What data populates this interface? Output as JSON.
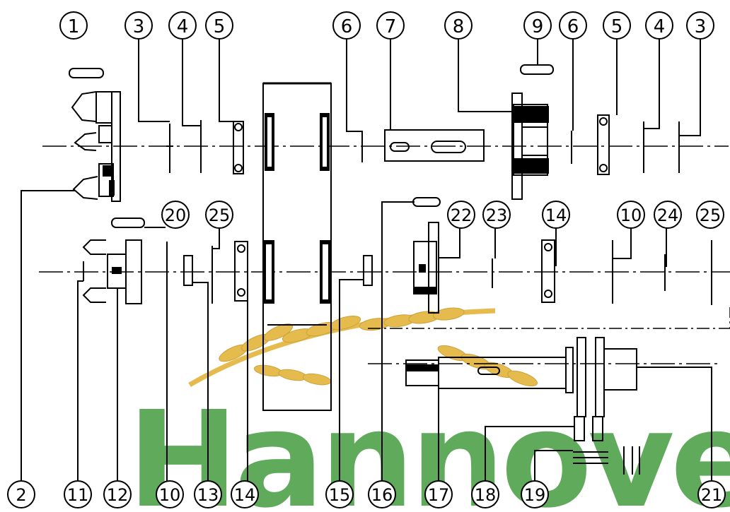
{
  "diagram": {
    "callouts": {
      "c1": "1",
      "c2": "2",
      "c3a": "3",
      "c3b": "3",
      "c4a": "4",
      "c4b": "4",
      "c5a": "5",
      "c5b": "5",
      "c6a": "6",
      "c6b": "6",
      "c7": "7",
      "c8": "8",
      "c9": "9",
      "c10a": "10",
      "c10b": "10",
      "c11": "11",
      "c12": "12",
      "c13": "13",
      "c14a": "14",
      "c14b": "14",
      "c15": "15",
      "c16": "16",
      "c17": "17",
      "c18": "18",
      "c19": "19",
      "c20": "20",
      "c21": "21",
      "c22": "22",
      "c23": "23",
      "c24": "24",
      "c25a": "25",
      "c25b": "25"
    }
  },
  "watermark": {
    "logo_text": "HannoveR",
    "colors": {
      "green": "#3f9a3a",
      "gold": "#e3b640"
    }
  }
}
